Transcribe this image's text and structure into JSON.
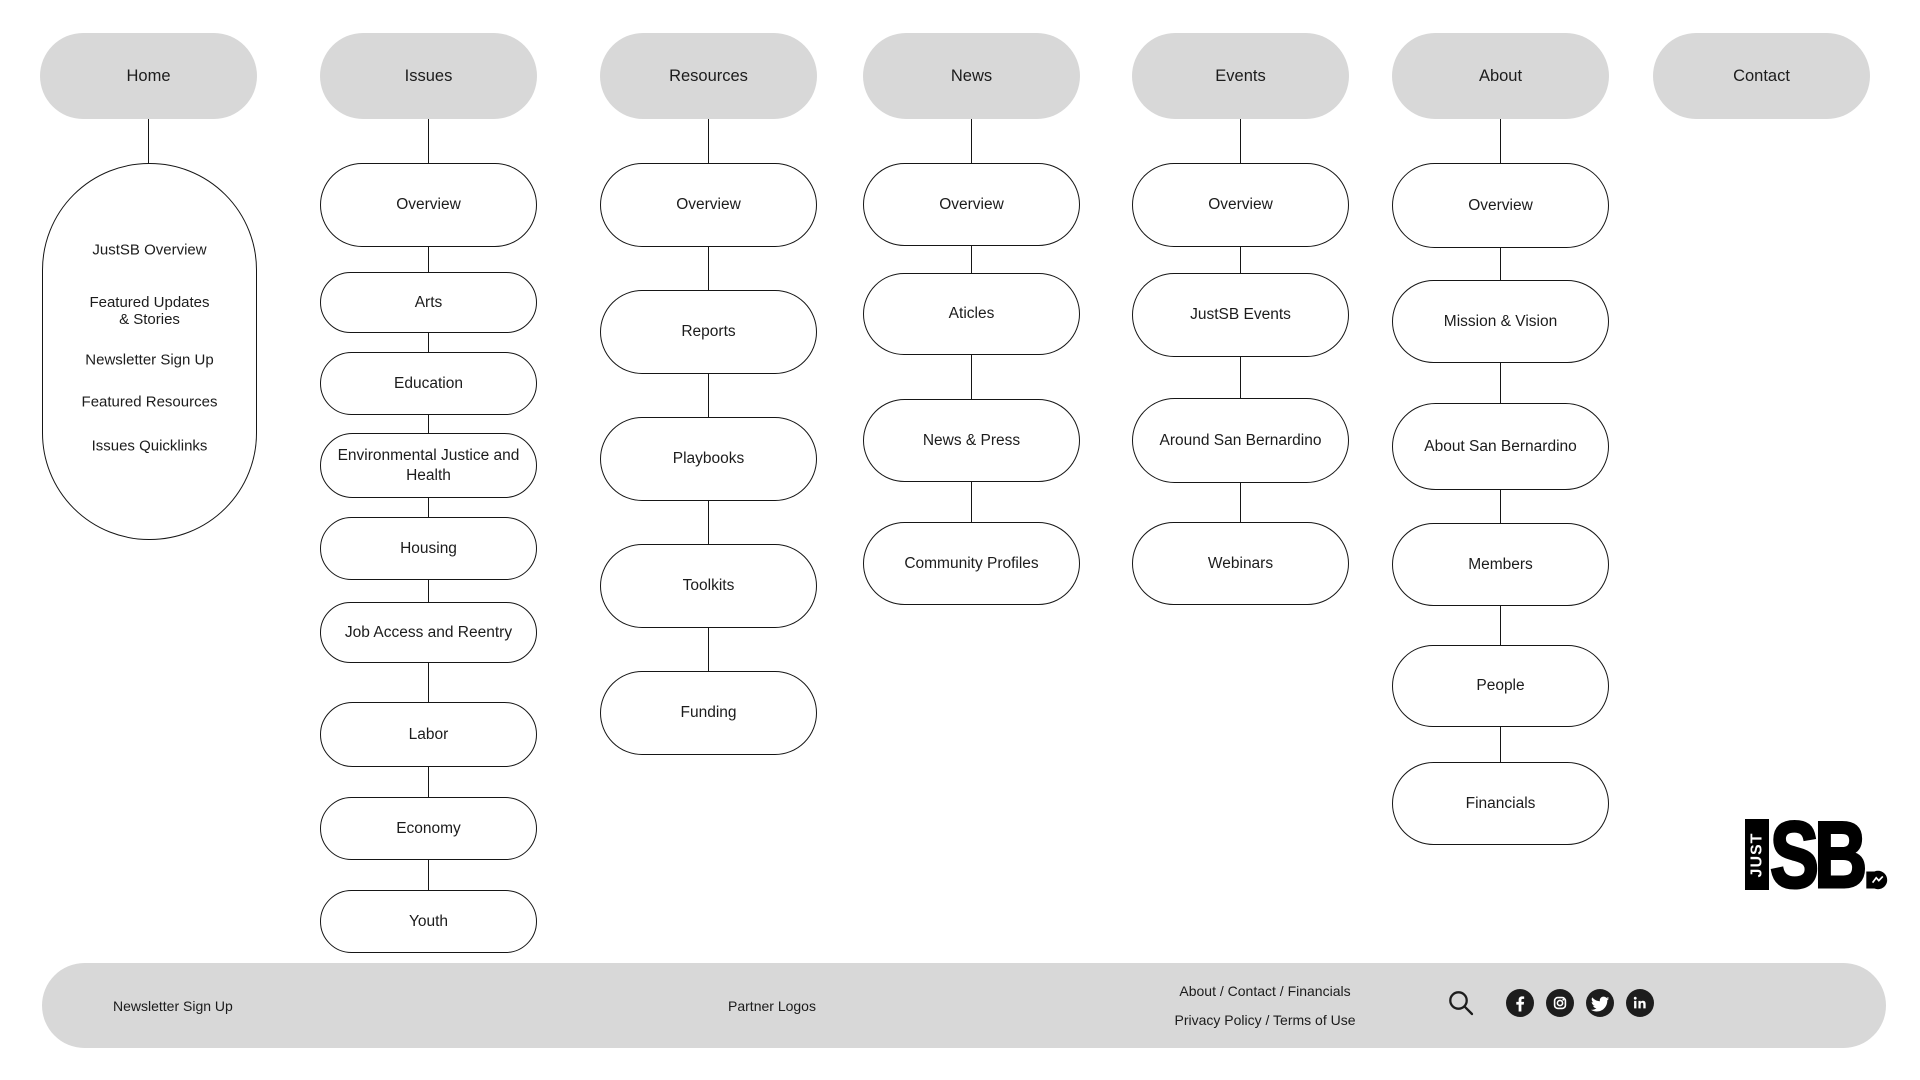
{
  "diagram": {
    "columns": [
      {
        "id": "home",
        "label": "Home",
        "panel_items": [
          "JustSB Overview",
          "Featured Updates\n& Stories",
          "Newsletter Sign Up",
          "Featured Resources",
          "Issues Quicklinks"
        ]
      },
      {
        "id": "issues",
        "label": "Issues",
        "children": [
          "Overview",
          "Arts",
          "Education",
          "Environmental Justice and Health",
          "Housing",
          "Job Access and Reentry",
          "Labor",
          "Economy",
          "Youth"
        ]
      },
      {
        "id": "resources",
        "label": "Resources",
        "children": [
          "Overview",
          "Reports",
          "Playbooks",
          "Toolkits",
          "Funding"
        ]
      },
      {
        "id": "news",
        "label": "News",
        "children": [
          "Overview",
          "Aticles",
          "News & Press",
          "Community Profiles"
        ]
      },
      {
        "id": "events",
        "label": "Events",
        "children": [
          "Overview",
          "JustSB Events",
          "Around San Bernardino",
          "Webinars"
        ]
      },
      {
        "id": "about",
        "label": "About",
        "children": [
          "Overview",
          "Mission & Vision",
          "About San Bernardino",
          "Members",
          "People",
          "Financials"
        ]
      },
      {
        "id": "contact",
        "label": "Contact",
        "children": []
      }
    ]
  },
  "logo": {
    "vertical_text": "JUST",
    "main_text": "SB."
  },
  "footer": {
    "newsletter": "Newsletter Sign Up",
    "partner_logos": "Partner Logos",
    "links_line1": "About / Contact / Financials",
    "links_line2": "Privacy Policy / Terms of Use",
    "icons": [
      "search-icon",
      "facebook-icon",
      "instagram-icon",
      "twitter-icon",
      "linkedin-icon"
    ]
  },
  "colors": {
    "pill_gray": "#d8d8d8",
    "outline": "#161616",
    "node_bg": "#ffffff",
    "icon_dark": "#1d1d1d"
  }
}
